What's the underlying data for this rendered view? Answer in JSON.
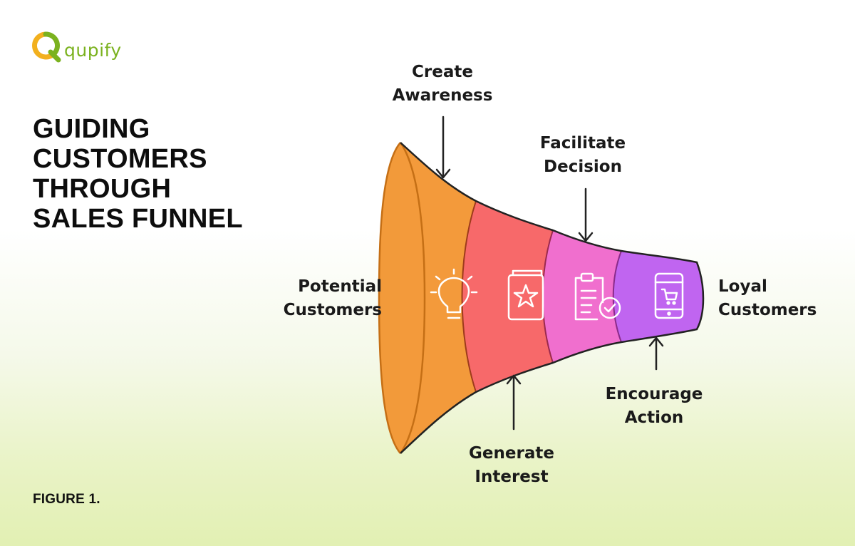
{
  "brand": {
    "name": "qupify",
    "color": "#7bb21f",
    "logo_icon": "q-logo-icon"
  },
  "title": {
    "lines": [
      "GUIDING",
      "CUSTOMERS",
      "THROUGH",
      "SALES FUNNEL"
    ]
  },
  "figure_label": "FIGURE 1.",
  "funnel": {
    "start_label": [
      "Potential",
      "Customers"
    ],
    "end_label": [
      "Loyal",
      "Customers"
    ],
    "stages": [
      {
        "label": [
          "Create",
          "Awareness"
        ],
        "color": "#f39a3b",
        "icon": "lightbulb-icon",
        "arrow": "down"
      },
      {
        "label": [
          "Generate",
          "Interest"
        ],
        "color": "#f7696a",
        "icon": "star-book-icon",
        "arrow": "up"
      },
      {
        "label": [
          "Facilitate",
          "Decision"
        ],
        "color": "#f06fce",
        "icon": "clipboard-check-icon",
        "arrow": "down"
      },
      {
        "label": [
          "Encourage",
          "Action"
        ],
        "color": "#c065f0",
        "icon": "mobile-cart-icon",
        "arrow": "up"
      }
    ]
  }
}
